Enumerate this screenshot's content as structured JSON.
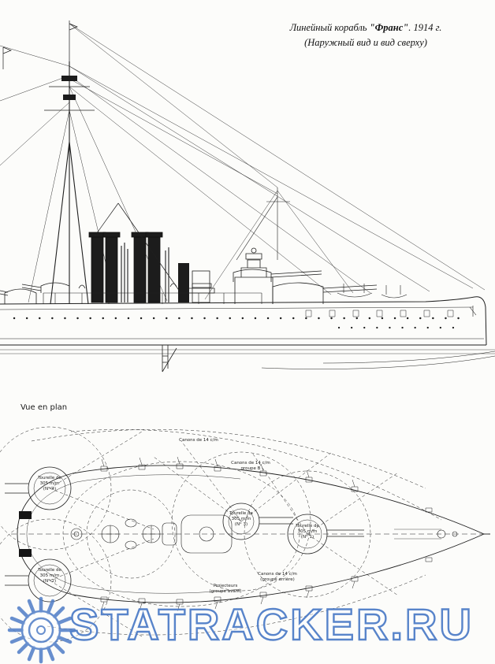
{
  "title": {
    "prefix": "Линейный корабль ",
    "ship": "\"Франс\"",
    "suffix": ". 1914 г.",
    "subtitle": "(Наружный вид и вид сверху)"
  },
  "plan": {
    "label": "Vue en plan",
    "turret4": {
      "l1": "Tourelle de",
      "l2": "305 m/m",
      "l3": "(N° 4)"
    },
    "turret2": {
      "l1": "Tourelle de",
      "l2": "305 m/m",
      "l3": "(N° 2)"
    },
    "turret3": {
      "l1": "Tourelle de",
      "l2": "305 m/m",
      "l3": "(N° 3)"
    },
    "turret1": {
      "l1": "Tourelle de",
      "l2": "305 m/m",
      "l3": "(N° 1)"
    },
    "canons_top": {
      "l1": "Canons de 14 c/m"
    },
    "canons_b": {
      "l1": "Canons de 14 c/m",
      "l2": "groupe B"
    },
    "canons_arriere": {
      "l1": "Canons de 14 c/m",
      "l2": "(groupe arrière)"
    },
    "projecteurs": {
      "l1": "Projecteurs",
      "l2": "(groupe avant)"
    }
  },
  "watermark": {
    "text": "STATRACKER.RU",
    "color": "#4f7dc7"
  }
}
